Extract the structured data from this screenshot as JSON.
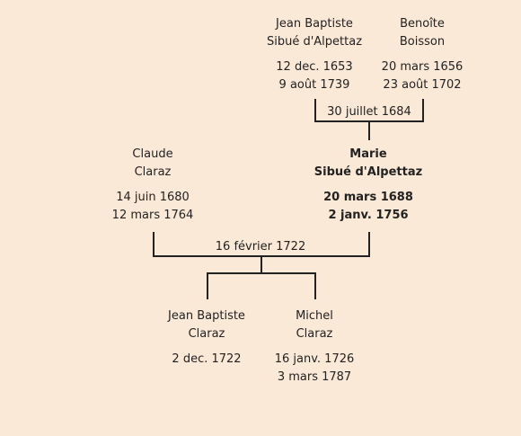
{
  "people": {
    "jean_baptiste_sibue": {
      "first": "Jean Baptiste",
      "last": "Sibué d'Alpettaz",
      "birth": "12 dec. 1653",
      "death": "9 août 1739"
    },
    "benoite_boisson": {
      "first": "Benoîte",
      "last": "Boisson",
      "birth": "20 mars 1656",
      "death": "23 août 1702"
    },
    "claude_claraz": {
      "first": "Claude",
      "last": "Claraz",
      "birth": "14 juin 1680",
      "death": "12 mars 1764"
    },
    "marie_sibue": {
      "first": "Marie",
      "last": "Sibué d'Alpettaz",
      "birth": "20 mars 1688",
      "death": "2 janv. 1756"
    },
    "jean_baptiste_claraz": {
      "first": "Jean Baptiste",
      "last": "Claraz",
      "birth": "2 dec. 1722"
    },
    "michel_claraz": {
      "first": "Michel",
      "last": "Claraz",
      "birth": "16 janv. 1726",
      "death": "3 mars 1787"
    }
  },
  "marriages": {
    "sibue_boisson": "30 juillet 1684",
    "claraz_sibue": "16 février 1722"
  }
}
